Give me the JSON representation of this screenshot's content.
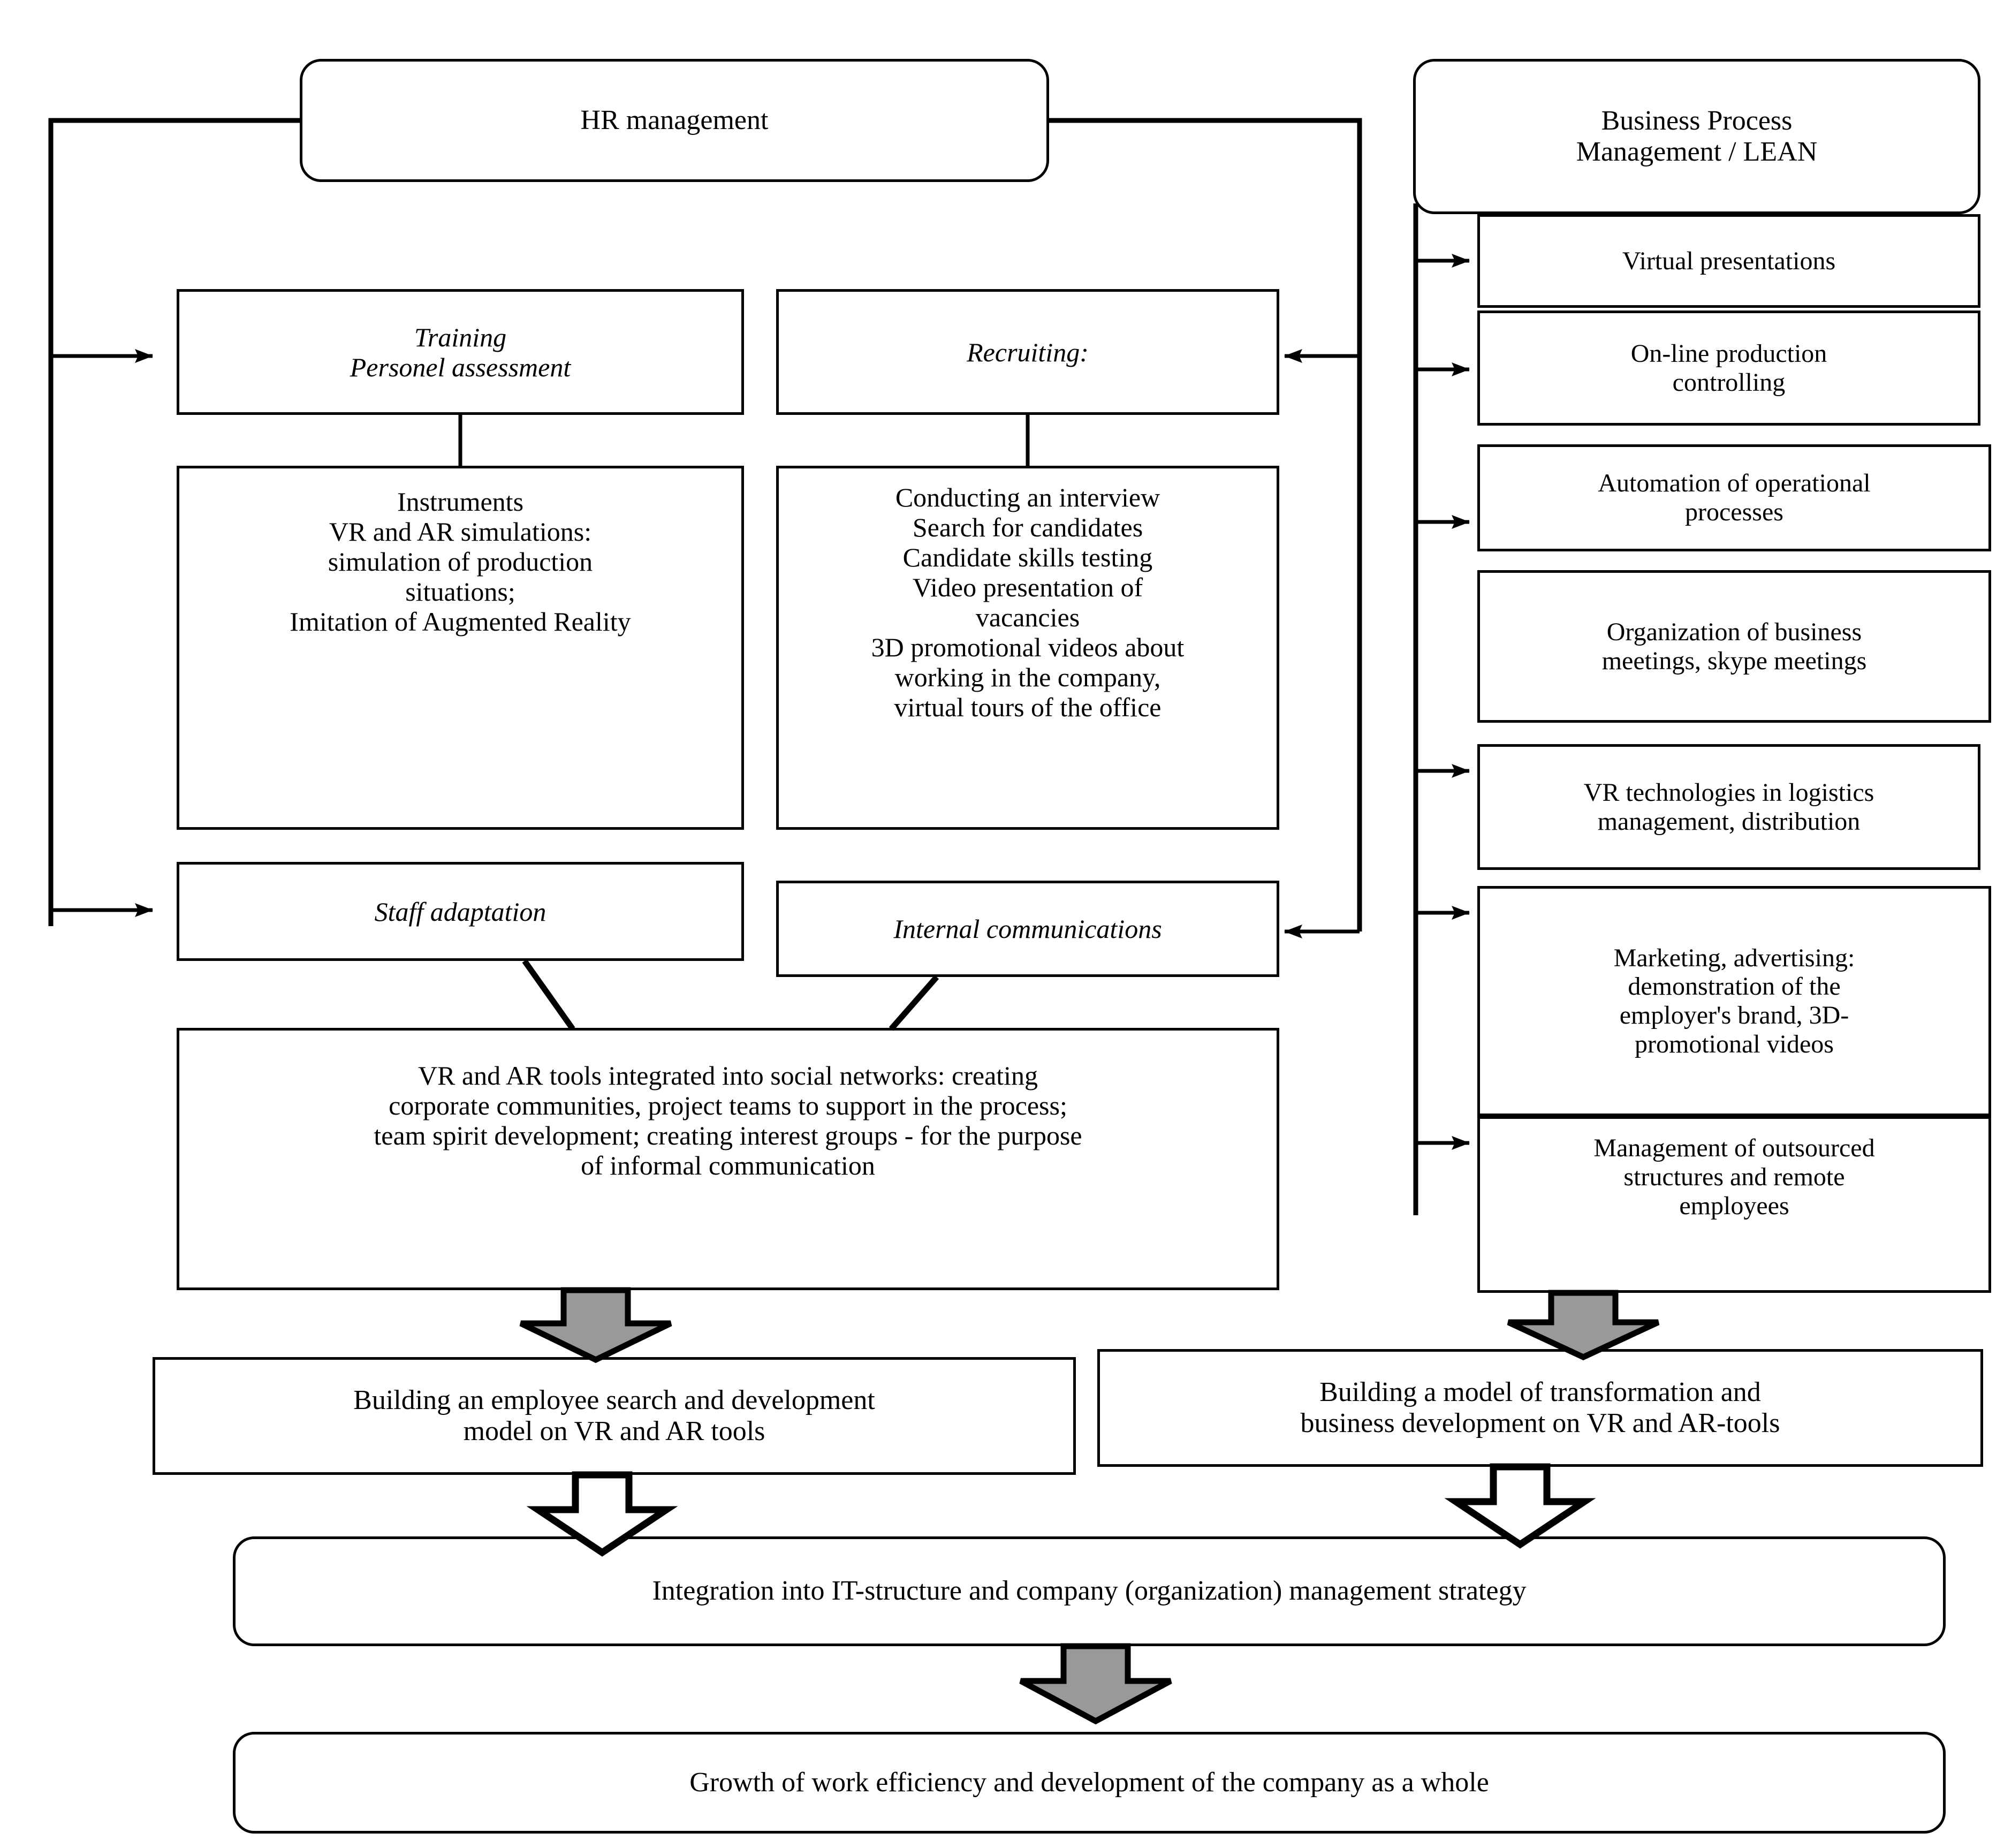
{
  "diagram": {
    "title_hr": "HR management",
    "title_bpm": "Business Process\nManagement / LEAN",
    "hr_branches": {
      "training": "Training\nPersonel assessment",
      "training_details": "Instruments\nVR and AR simulations:\nsimulation of production\nsituations;\nImitation of Augmented Reality",
      "recruiting": "Recruiting:",
      "recruiting_details": "Conducting an interview\nSearch for candidates\nCandidate skills testing\nVideo presentation of\nvacancies\n3D promotional videos about\nworking in the company,\nvirtual tours of the office",
      "staff_adaptation": "Staff adaptation",
      "internal_communications": "Internal communications",
      "social_tools": "VR and AR tools integrated into social networks: creating\ncorporate communities, project teams to support in the process;\nteam spirit development; creating interest groups - for the purpose\nof informal communication"
    },
    "bpm_items": [
      "Virtual presentations",
      "On-line production\ncontrolling",
      "Automation of operational\nprocesses",
      "Organization of business\nmeetings, skype meetings",
      "VR technologies in logistics\nmanagement, distribution",
      "Marketing, advertising:\ndemonstration of the\nemployer's brand, 3D-\npromotional videos",
      "Management of outsourced\nstructures and remote\nemployees"
    ],
    "outcomes": {
      "left": "Building an employee search and development\nmodel on VR and AR tools",
      "right": "Building a model of transformation and\nbusiness development on VR and AR-tools",
      "integration": "Integration into IT-structure and company (organization) management strategy",
      "growth": "Growth of work efficiency and development of the company as a whole"
    },
    "colors": {
      "stroke": "#000000",
      "arrow_fill_gray": "#999999",
      "arrow_fill_white": "#ffffff",
      "background": "#ffffff"
    }
  }
}
